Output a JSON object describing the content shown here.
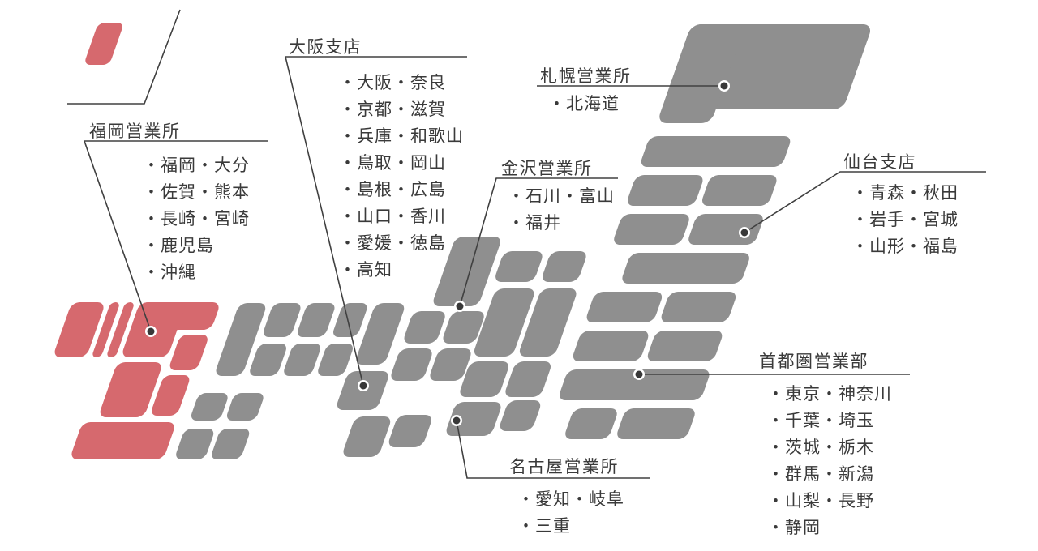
{
  "colors": {
    "tile_grey": "#8F8F8F",
    "tile_red": "#D6696E",
    "line": "#404040",
    "text": "#3A3A3A",
    "background": "#FFFFFF"
  },
  "offices": [
    {
      "id": "sapporo",
      "name": "札幌営業所",
      "prefectures": [
        "・北海道"
      ]
    },
    {
      "id": "sendai",
      "name": "仙台支店",
      "prefectures": [
        "・青森・秋田",
        "・岩手・宮城",
        "・山形・福島"
      ]
    },
    {
      "id": "shutoken",
      "name": "首都圏営業部",
      "prefectures": [
        "・東京・神奈川",
        "・千葉・埼玉",
        "・茨城・栃木",
        "・群馬・新潟",
        "・山梨・長野",
        "・静岡"
      ]
    },
    {
      "id": "kanazawa",
      "name": "金沢営業所",
      "prefectures": [
        "・石川・富山",
        "・福井"
      ]
    },
    {
      "id": "nagoya",
      "name": "名古屋営業所",
      "prefectures": [
        "・愛知・岐阜",
        "・三重"
      ]
    },
    {
      "id": "osaka",
      "name": "大阪支店",
      "prefectures": [
        "・大阪・奈良",
        "・京都・滋賀",
        "・兵庫・和歌山",
        "・鳥取・岡山",
        "・島根・広島",
        "・山口・香川",
        "・愛媛・徳島",
        "・高知"
      ]
    },
    {
      "id": "fukuoka",
      "name": "福岡営業所",
      "prefectures": [
        "・福岡・大分",
        "・佐賀・熊本",
        "・長崎・宮崎",
        "・鹿児島",
        "・沖縄"
      ]
    }
  ]
}
